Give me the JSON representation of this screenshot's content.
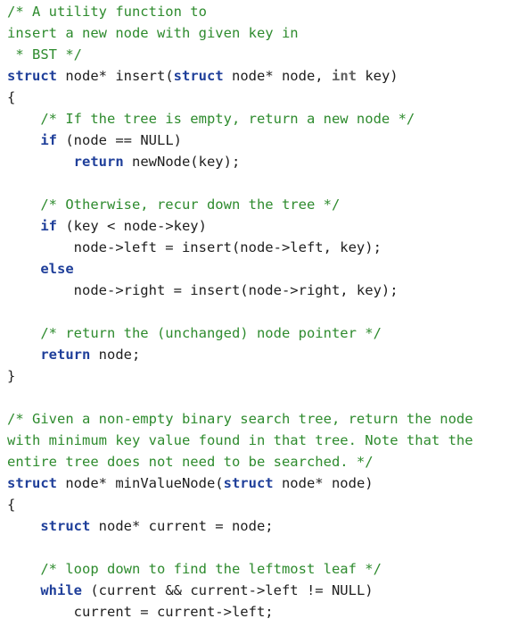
{
  "editor": {
    "lines": [
      [
        {
          "k": "comment",
          "t": "/* A utility function to"
        }
      ],
      [
        {
          "k": "comment",
          "t": "insert a new node with given key in"
        }
      ],
      [
        {
          "k": "comment",
          "t": " * BST */"
        }
      ],
      [
        {
          "k": "keyword",
          "t": "struct"
        },
        {
          "k": "plain",
          "t": " node* insert("
        },
        {
          "k": "keyword",
          "t": "struct"
        },
        {
          "k": "plain",
          "t": " node* node, "
        },
        {
          "k": "type",
          "t": "int"
        },
        {
          "k": "plain",
          "t": " key)"
        }
      ],
      [
        {
          "k": "plain",
          "t": "{"
        }
      ],
      [
        {
          "k": "plain",
          "t": "    "
        },
        {
          "k": "comment",
          "t": "/* If the tree is empty, return a new node */"
        }
      ],
      [
        {
          "k": "plain",
          "t": "    "
        },
        {
          "k": "keyword",
          "t": "if"
        },
        {
          "k": "plain",
          "t": " (node == NULL)"
        }
      ],
      [
        {
          "k": "plain",
          "t": "        "
        },
        {
          "k": "keyword",
          "t": "return"
        },
        {
          "k": "plain",
          "t": " newNode(key);"
        }
      ],
      [],
      [
        {
          "k": "plain",
          "t": "    "
        },
        {
          "k": "comment",
          "t": "/* Otherwise, recur down the tree */"
        }
      ],
      [
        {
          "k": "plain",
          "t": "    "
        },
        {
          "k": "keyword",
          "t": "if"
        },
        {
          "k": "plain",
          "t": " (key < node->key)"
        }
      ],
      [
        {
          "k": "plain",
          "t": "        node->left = insert(node->left, key);"
        }
      ],
      [
        {
          "k": "plain",
          "t": "    "
        },
        {
          "k": "keyword",
          "t": "else"
        }
      ],
      [
        {
          "k": "plain",
          "t": "        node->right = insert(node->right, key);"
        }
      ],
      [],
      [
        {
          "k": "plain",
          "t": "    "
        },
        {
          "k": "comment",
          "t": "/* return the (unchanged) node pointer */"
        }
      ],
      [
        {
          "k": "plain",
          "t": "    "
        },
        {
          "k": "keyword",
          "t": "return"
        },
        {
          "k": "plain",
          "t": " node;"
        }
      ],
      [
        {
          "k": "plain",
          "t": "}"
        }
      ],
      [],
      [
        {
          "k": "comment",
          "t": "/* Given a non-empty binary search tree, return the node"
        }
      ],
      [
        {
          "k": "comment",
          "t": "with minimum key value found in that tree. Note that the"
        }
      ],
      [
        {
          "k": "comment",
          "t": "entire tree does not need to be searched. */"
        }
      ],
      [
        {
          "k": "keyword",
          "t": "struct"
        },
        {
          "k": "plain",
          "t": " node* minValueNode("
        },
        {
          "k": "keyword",
          "t": "struct"
        },
        {
          "k": "plain",
          "t": " node* node)"
        }
      ],
      [
        {
          "k": "plain",
          "t": "{"
        }
      ],
      [
        {
          "k": "plain",
          "t": "    "
        },
        {
          "k": "keyword",
          "t": "struct"
        },
        {
          "k": "plain",
          "t": " node* current = node;"
        }
      ],
      [],
      [
        {
          "k": "plain",
          "t": "    "
        },
        {
          "k": "comment",
          "t": "/* loop down to find the leftmost leaf */"
        }
      ],
      [
        {
          "k": "plain",
          "t": "    "
        },
        {
          "k": "keyword",
          "t": "while"
        },
        {
          "k": "plain",
          "t": " (current && current->left != NULL)"
        }
      ],
      [
        {
          "k": "plain",
          "t": "        current = current->left;"
        }
      ]
    ]
  },
  "colors": {
    "background": "#ffffff",
    "comment": "#2e8b2e",
    "keyword": "#1f3f9a",
    "type": "#606060",
    "text": "#1e1e1e"
  }
}
